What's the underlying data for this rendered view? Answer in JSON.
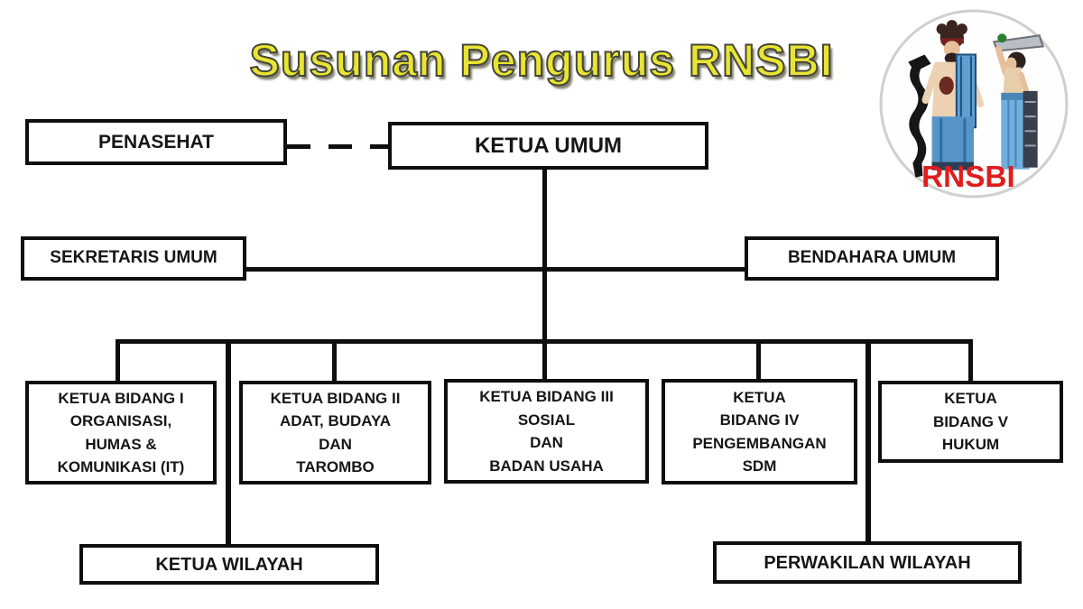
{
  "title": "Susunan Pengurus RNSBI",
  "logo": {
    "label": "RNSBI"
  },
  "org": {
    "penasehat": "PENASEHAT",
    "ketua_umum": "KETUA UMUM",
    "sekretaris_umum": "SEKRETARIS UMUM",
    "bendahara_umum": "BENDAHARA UMUM",
    "bidang_1": "KETUA BIDANG I\nORGANISASI,\nHUMAS &\nKOMUNIKASI (IT)",
    "bidang_2": "KETUA BIDANG II\nADAT, BUDAYA\nDAN\nTAROMBO",
    "bidang_3": "KETUA BIDANG III\nSOSIAL\nDAN\nBADAN USAHA",
    "bidang_4": "KETUA\nBIDANG IV\nPENGEMBANGAN\nSDM",
    "bidang_5": "KETUA\nBIDANG V\nHUKUM",
    "ketua_wilayah": "KETUA WILAYAH",
    "perwakilan_wilayah": "PERWAKILAN WILAYAH"
  },
  "colors": {
    "title_fill": "#e8e531",
    "title_outline": "#45453a",
    "line_color": "#0e0e0e",
    "logo_text": "#e01d1d"
  }
}
